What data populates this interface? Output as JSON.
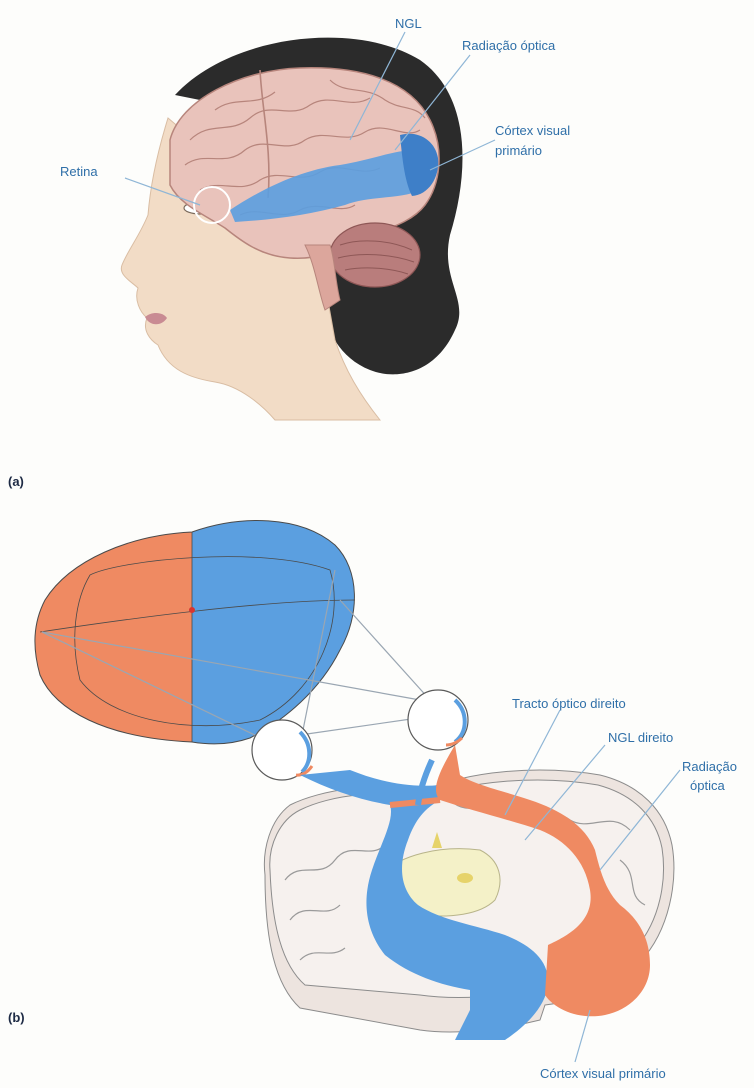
{
  "panel_a": {
    "letter": "(a)",
    "labels": {
      "ngl": "NGL",
      "radiation": "Radiação óptica",
      "cortex_line1": "Córtex visual",
      "cortex_line2": "primário",
      "retina": "Retina"
    }
  },
  "panel_b": {
    "letter": "(b)",
    "labels": {
      "tract": "Tracto óptico direito",
      "ngl_right": "NGL direito",
      "radiation_line1": "Radiação",
      "radiation_line2": "óptica",
      "cortex": "Córtex visual primário"
    }
  },
  "colors": {
    "left_field": "#ef8a62",
    "right_field": "#5b9fe0",
    "hair": "#2b2b2b",
    "skin": "#f2dcc6",
    "brain": "#e9c3bb",
    "cerebellum": "#b97d7c",
    "label": "#2f6fa8"
  }
}
